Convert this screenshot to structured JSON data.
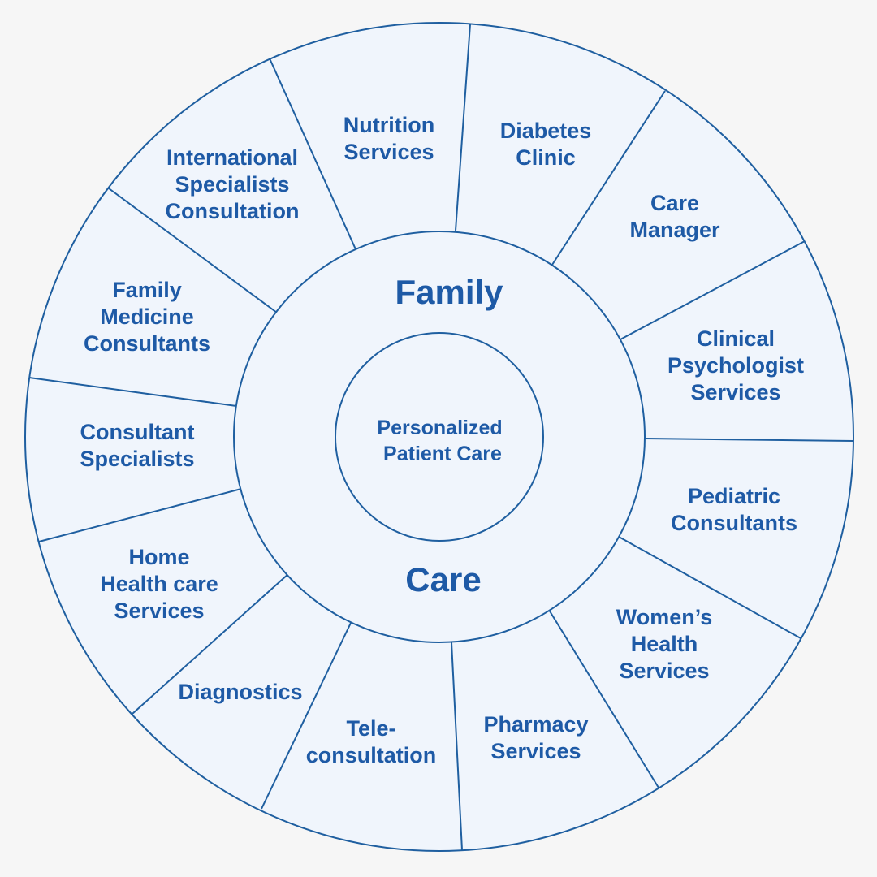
{
  "colors": {
    "background": "#f6f6f6",
    "fill": "#f0f5fc",
    "stroke": "#1f5fa0",
    "text": "#1e5aa6"
  },
  "middle_ring": {
    "top_word": "Family",
    "bottom_word": "Care"
  },
  "center": {
    "lines": [
      "Personalized",
      "Patient Care"
    ]
  },
  "segments": [
    {
      "lines": [
        "Nutrition",
        "Services"
      ]
    },
    {
      "lines": [
        "Diabetes",
        "Clinic"
      ]
    },
    {
      "lines": [
        "Care",
        "Manager"
      ]
    },
    {
      "lines": [
        "Clinical",
        "Psychologist",
        "Services"
      ]
    },
    {
      "lines": [
        "Pediatric",
        "Consultants"
      ]
    },
    {
      "lines": [
        "Women’s",
        "Health",
        "Services"
      ]
    },
    {
      "lines": [
        "Pharmacy",
        "Services"
      ]
    },
    {
      "lines": [
        "Tele-",
        "consultation"
      ]
    },
    {
      "lines": [
        "Diagnostics"
      ]
    },
    {
      "lines": [
        "Home",
        "Health care",
        "Services"
      ]
    },
    {
      "lines": [
        "Consultant",
        "Specialists"
      ]
    },
    {
      "lines": [
        "Family",
        "Medicine",
        "Consultants"
      ]
    },
    {
      "lines": [
        "International",
        "Specialists",
        "Consultation"
      ]
    }
  ]
}
